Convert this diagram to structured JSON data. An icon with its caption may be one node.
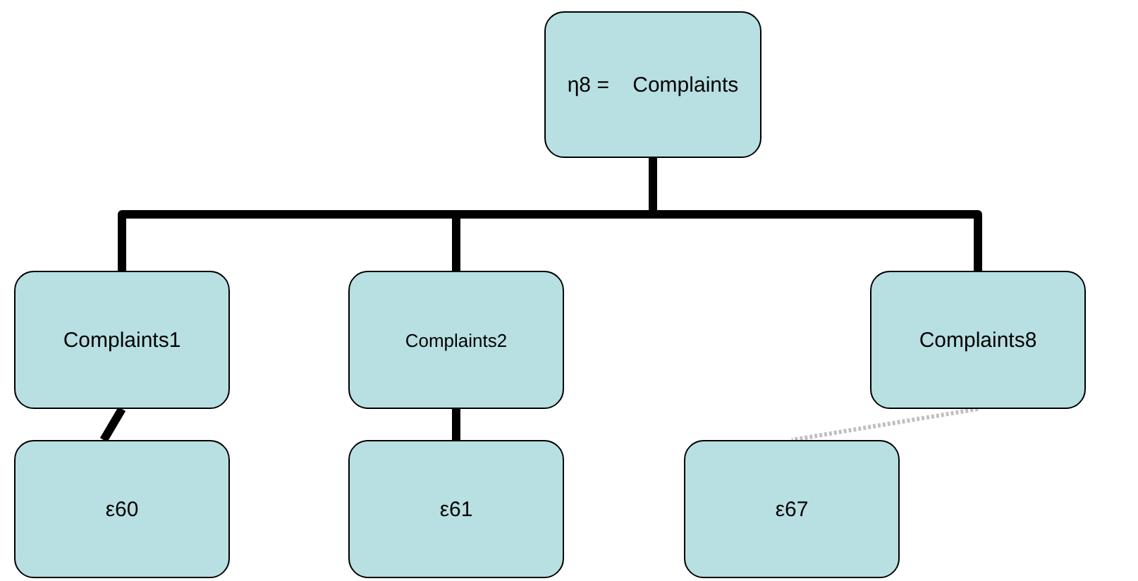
{
  "diagram": {
    "nodes": [
      {
        "text": [
          "η8 =    Complaints"
        ]
      },
      {
        "text": [
          "Complaints1"
        ]
      },
      {
        "text": [
          "Complaints2"
        ]
      },
      {
        "text": [
          "Complaints8"
        ]
      },
      {
        "text": [
          "ε60"
        ]
      },
      {
        "text": [
          "ε61"
        ]
      },
      {
        "text": [
          "ε67"
        ]
      }
    ],
    "edges": [
      {
        "from": 0,
        "to": 1,
        "arrow": "none"
      },
      {
        "from": 0,
        "to": 2,
        "arrow": "none"
      },
      {
        "from": 0,
        "to": 3,
        "arrow": "none"
      },
      {
        "from": 1,
        "to": 4,
        "arrow": "none"
      },
      {
        "from": 2,
        "to": 5,
        "arrow": "none"
      },
      {
        "from": 3,
        "to": 6,
        "arrow": "none",
        "style": "dashed",
        "color": "#c0c0c0"
      }
    ]
  }
}
